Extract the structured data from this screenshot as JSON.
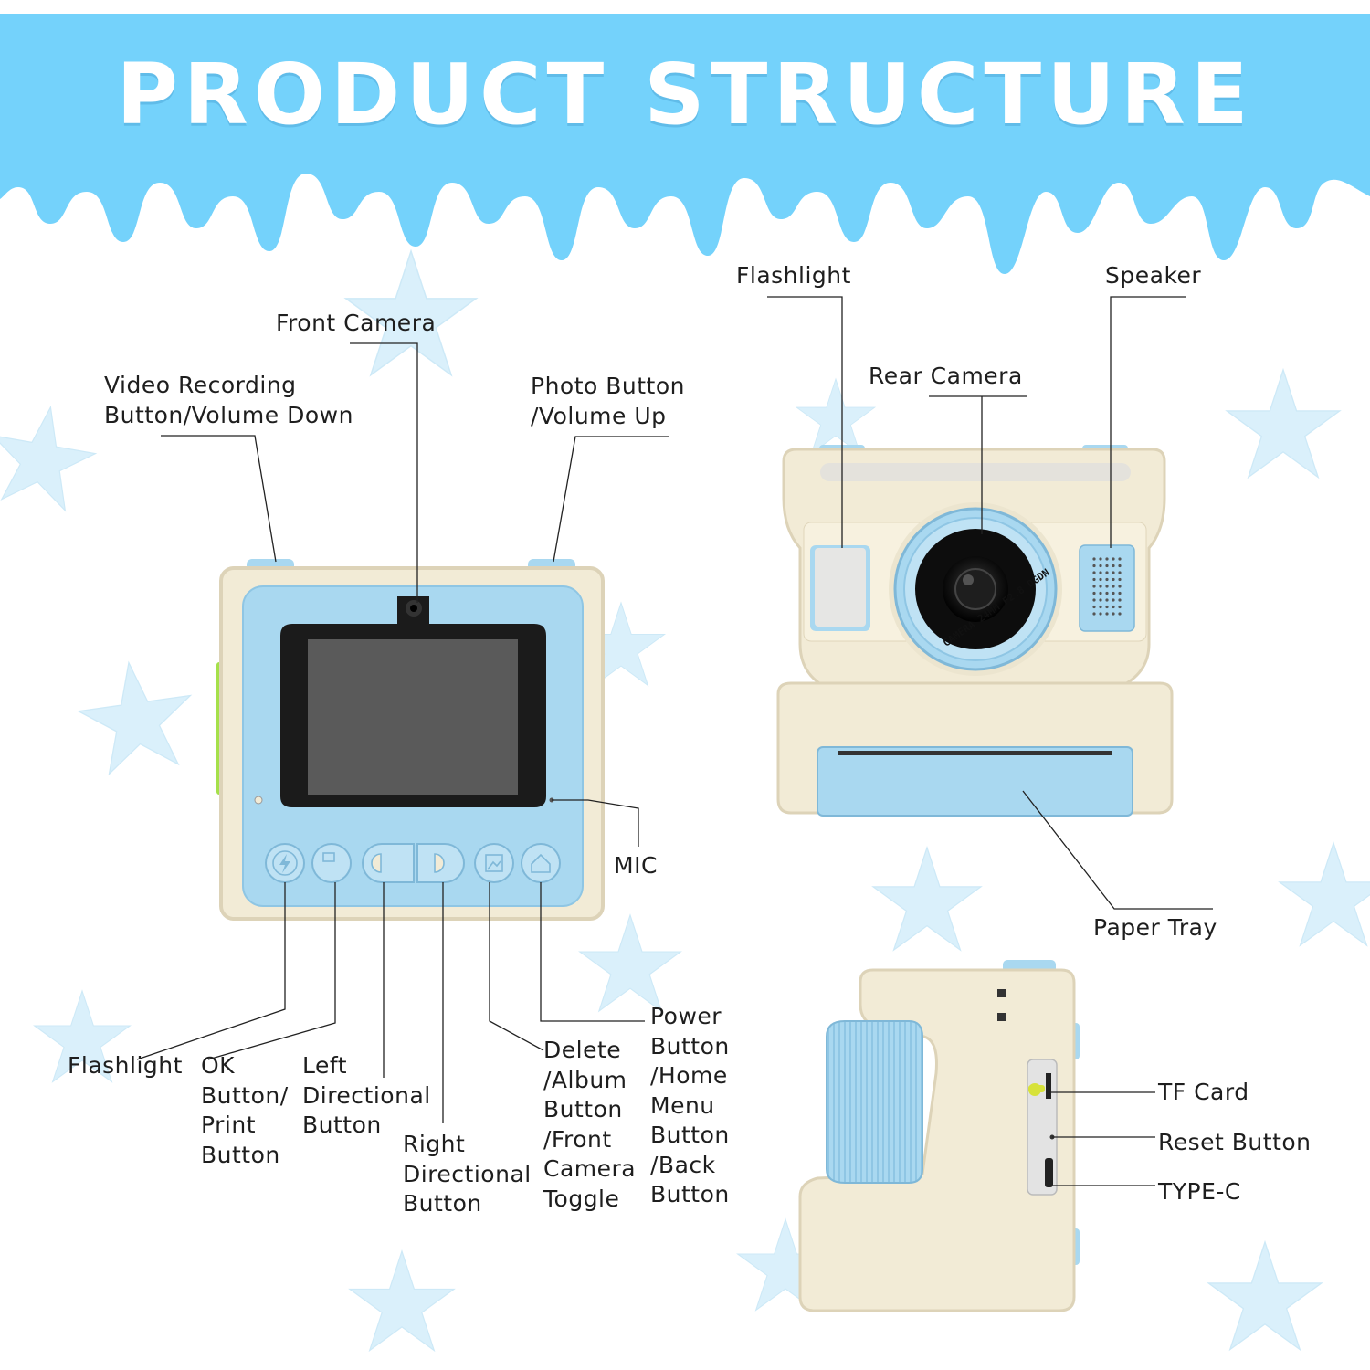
{
  "title": "PRODUCT STRUCTURE",
  "colors": {
    "banner": "#74d2fb",
    "camera_body": "#f2ebd6",
    "camera_shadow": "#ddd3b8",
    "accent_blue": "#a9d8f0",
    "accent_blue_dark": "#7fb8d8",
    "screen": "#5a5a5a",
    "star": "#daf0fb",
    "leader_line": "#222222",
    "button_green": "#a5e04a"
  },
  "front_view": {
    "labels": {
      "front_camera": "Front Camera",
      "video_recording": "Video Recording\nButton/Volume Down",
      "photo_button": "Photo Button\n/Volume Up",
      "mic": "MIC",
      "flashlight": "Flashlight",
      "ok_button": "OK\nButton/\nPrint\nButton",
      "left_directional": "Left\nDirectional\nButton",
      "right_directional": "Right\nDirectional\nButton",
      "delete_album": "Delete\n/Album\nButton\n/Front\nCamera\nToggle",
      "power_button": "Power\nButton\n/Home\nMenu\nButton\n/Back\nButton"
    },
    "icons": [
      "flash-icon",
      "print-ok-icon",
      "left-arrow-icon",
      "right-arrow-icon",
      "album-icon",
      "home-icon"
    ]
  },
  "rear_view": {
    "labels": {
      "flashlight": "Flashlight",
      "speaker": "Speaker",
      "rear_camera": "Rear Camera",
      "paper_tray": "Paper Tray"
    },
    "lens_caption": "CAMERA 24MM F2.8 DGDN"
  },
  "side_view": {
    "labels": {
      "tf_card": "TF Card",
      "reset_button": "Reset Button",
      "type_c": "TYPE-C"
    }
  }
}
